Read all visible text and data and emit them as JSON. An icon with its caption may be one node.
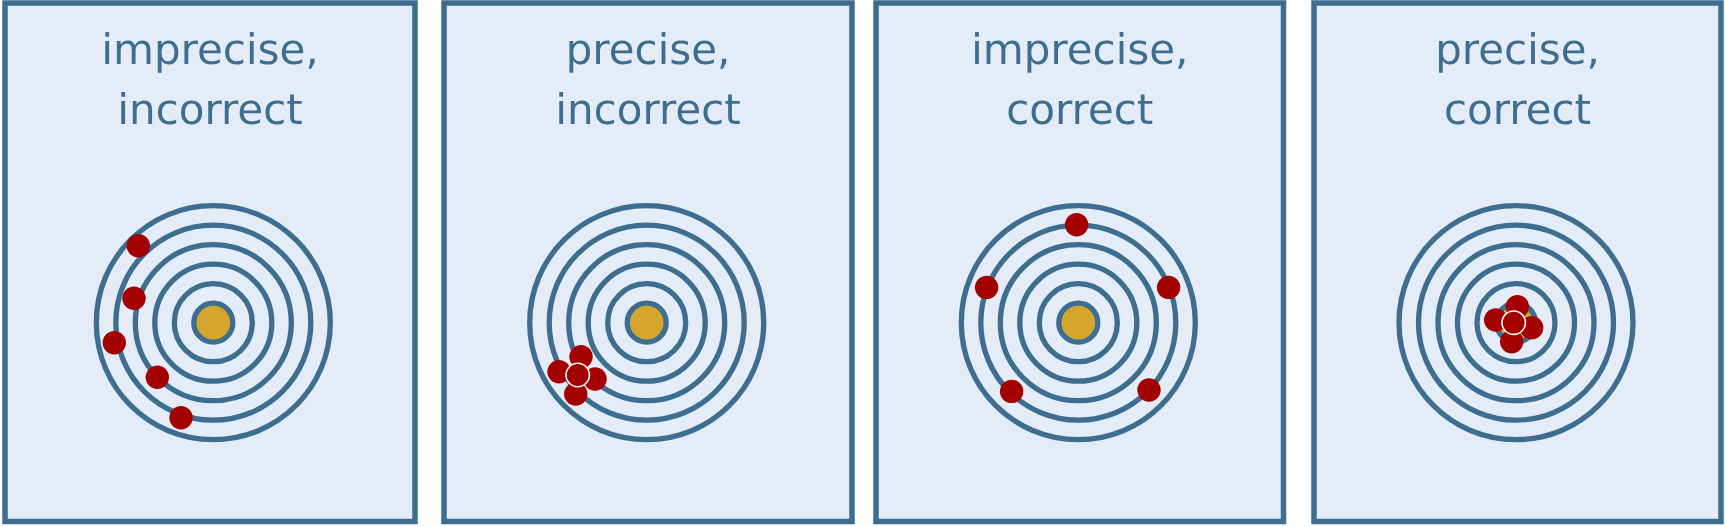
{
  "diagram": {
    "nodes": [
      {
        "text": [
          "imprecise, incorrect"
        ]
      },
      {
        "text": [
          "precise, incorrect"
        ]
      },
      {
        "text": [
          "imprecise, correct"
        ]
      },
      {
        "text": [
          "precise, correct"
        ]
      }
    ]
  }
}
